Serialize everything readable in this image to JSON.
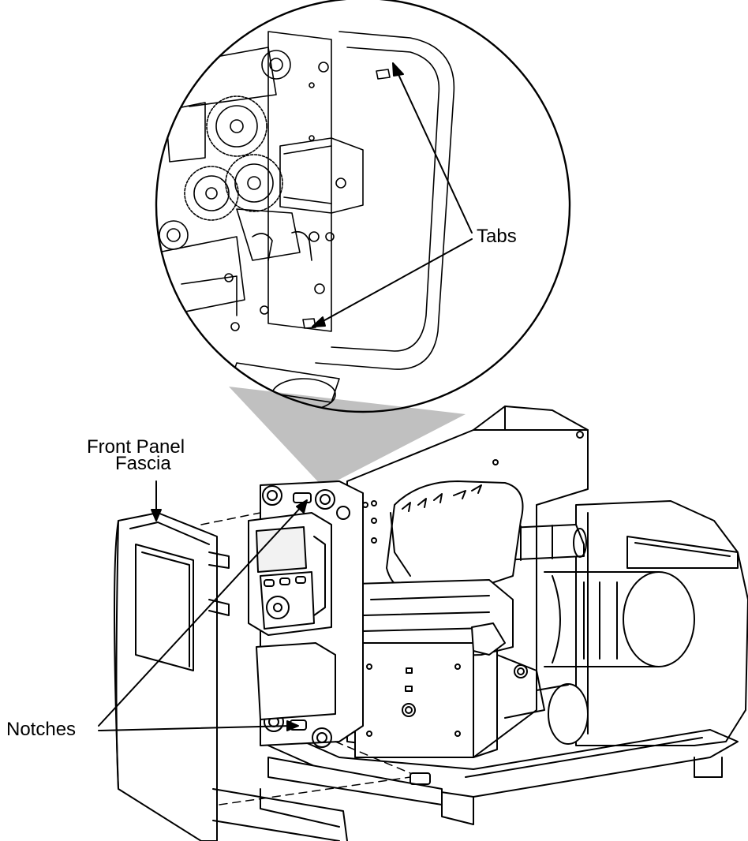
{
  "labels": {
    "front_panel": "Front Panel",
    "fascia": "Fascia",
    "tabs": "Tabs",
    "notches": "Notches"
  },
  "colors": {
    "line": "#000000",
    "background": "#ffffff",
    "magnifier_beam": "#c0c0c0",
    "panel_fill": "#ffffff",
    "lcd_fill": "#f2f2f2"
  }
}
